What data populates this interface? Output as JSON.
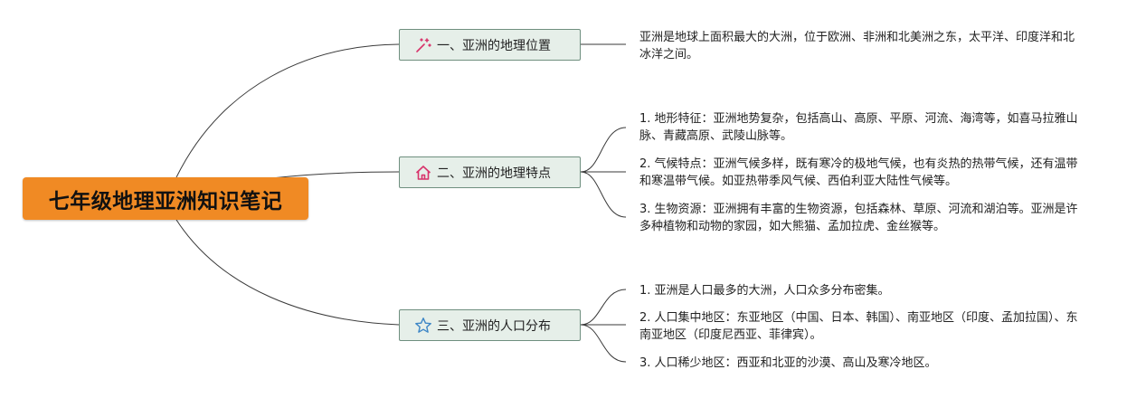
{
  "root": {
    "title": "七年级地理亚洲知识笔记"
  },
  "topics": [
    {
      "label": "一、亚洲的地理位置",
      "icon": "magic-wand-icon",
      "icon_color": "#d8336b",
      "items": [
        "亚洲是地球上面积最大的大洲，位于欧洲、非洲和北美洲之东，太平洋、印度洋和北冰洋之间。"
      ]
    },
    {
      "label": "二、亚洲的地理特点",
      "icon": "home-icon",
      "icon_color": "#d8336b",
      "items": [
        "1. 地形特征：亚洲地势复杂，包括高山、高原、平原、河流、海湾等，如喜马拉雅山脉、青藏高原、武陵山脉等。",
        "2. 气候特点：亚洲气候多样，既有寒冷的极地气候，也有炎热的热带气候，还有温带和寒温带气候。如亚热带季风气候、西伯利亚大陆性气候等。",
        "3. 生物资源：亚洲拥有丰富的生物资源，包括森林、草原、河流和湖泊等。亚洲是许多种植物和动物的家园，如大熊猫、孟加拉虎、金丝猴等。"
      ]
    },
    {
      "label": "三、亚洲的人口分布",
      "icon": "star-icon",
      "icon_color": "#3d86c6",
      "items": [
        "1. 亚洲是人口最多的大洲，人口众多分布密集。",
        "2. 人口集中地区：东亚地区（中国、日本、韩国）、南亚地区（印度、孟加拉国）、东南亚地区（印度尼西亚、菲律宾）。",
        "3. 人口稀少地区：西亚和北亚的沙漠、高山及寒冷地区。"
      ]
    }
  ],
  "colors": {
    "root_fill": "#f08a24",
    "topic_fill": "#e6efe9",
    "topic_border": "#6f8f7f",
    "connector": "#3a3a3a"
  }
}
